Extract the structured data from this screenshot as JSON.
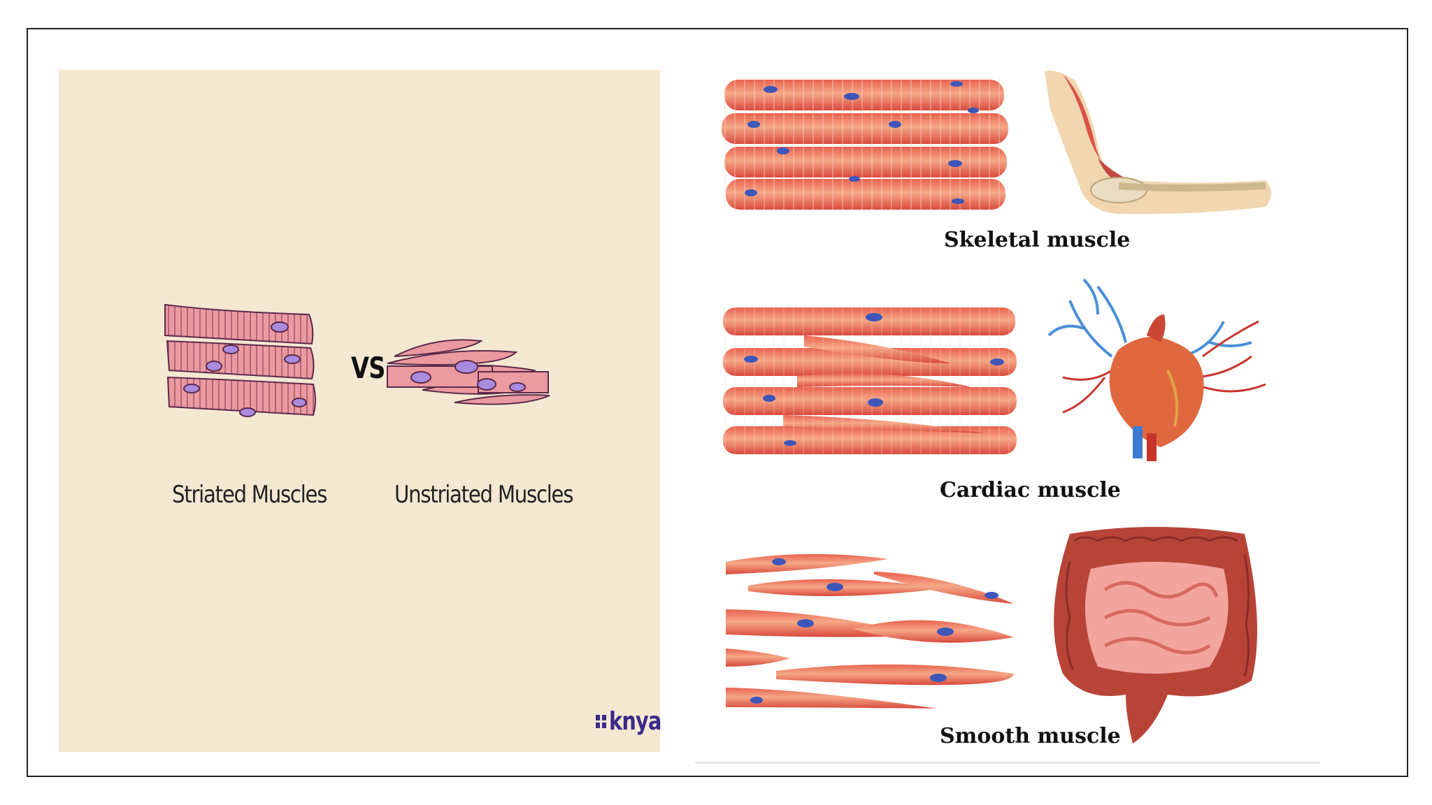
{
  "left": {
    "label_striated": "Striated Muscles",
    "label_vs": "VS",
    "label_unstriated": "Unstriated Muscles",
    "logo_text": "knya",
    "colors": {
      "background": "#f5e8d2",
      "cell": "#eb9aa0",
      "nucleus": "#a98be0",
      "logo": "#3a2a8a"
    }
  },
  "right": {
    "label_skeletal": "Skeletal muscle",
    "label_cardiac": "Cardiac muscle",
    "label_smooth": "Smooth muscle",
    "colors": {
      "fiber": "#e8624f",
      "fiber_light": "#f6a787",
      "nucleus": "#3d56b8"
    }
  }
}
